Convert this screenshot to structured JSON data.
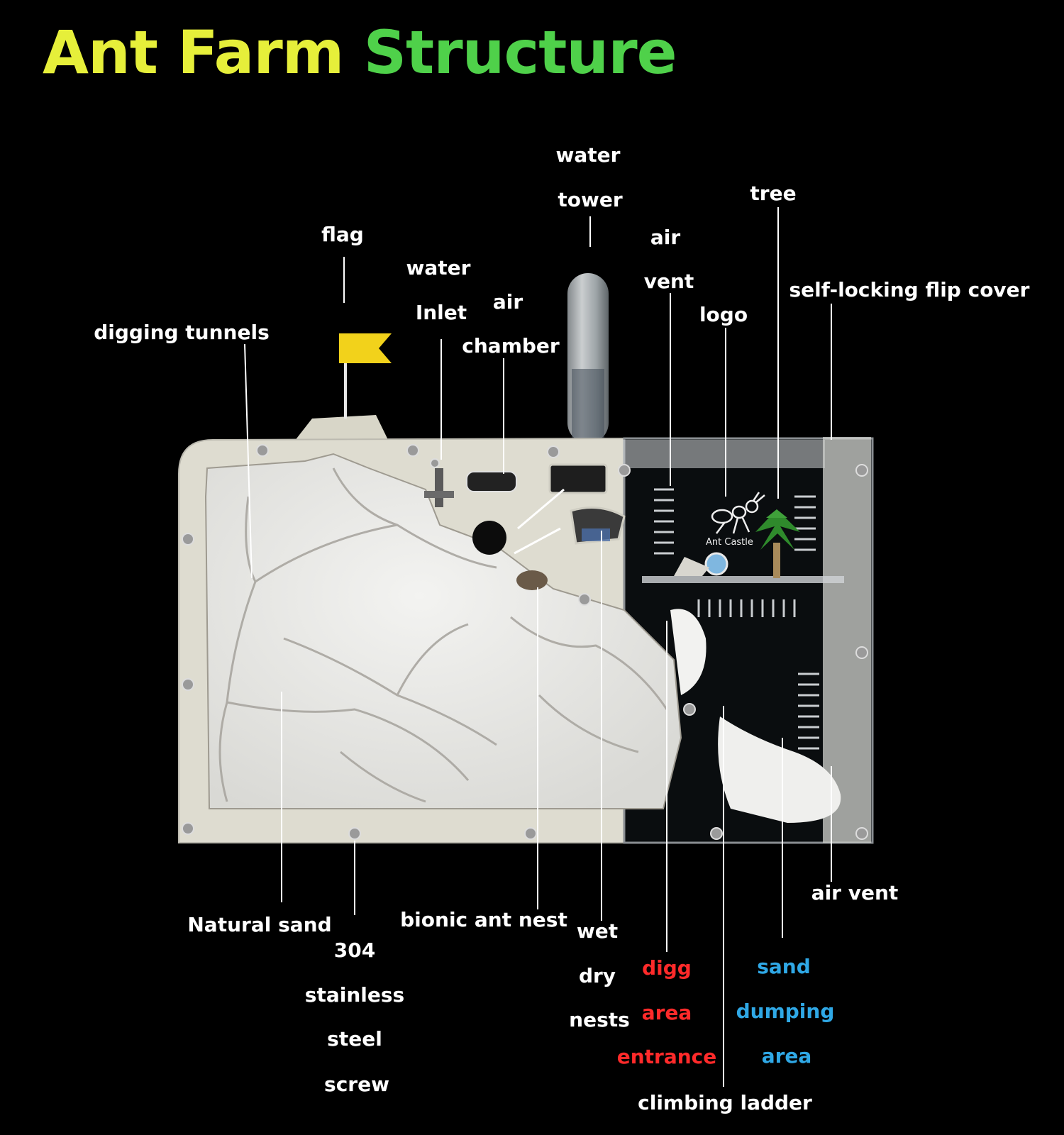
{
  "title": {
    "part1": "Ant Farm",
    "part2": "Structure"
  },
  "product_logo_text": "Ant Castle",
  "labels": {
    "water_tower": [
      "water",
      "tower"
    ],
    "flag": "flag",
    "water_inlet": [
      "water",
      "Inlet"
    ],
    "air_chamber": [
      "air",
      "chamber"
    ],
    "air_vent_top": [
      "air",
      "vent"
    ],
    "tree": "tree",
    "logo": "logo",
    "self_locking_flip_cover": "self-locking flip cover",
    "digging_tunnels": "digging tunnels",
    "natural_sand": "Natural sand",
    "screw": [
      "304",
      "stainless",
      "steel",
      "screw"
    ],
    "bionic_ant_nest": "bionic ant nest",
    "wet_dry_nests": [
      "wet",
      "dry",
      "nests"
    ],
    "digg_area_entrance": [
      "digg",
      "area",
      "entrance"
    ],
    "sand_dumping_area": [
      "sand",
      "dumping",
      "area"
    ],
    "air_vent_bottom": "air vent",
    "climbing_ladder": "climbing ladder"
  },
  "colors": {
    "background": "#000000",
    "title_yellow": "#e6ef3a",
    "title_green": "#4fd14a",
    "label_white": "#ffffff",
    "label_red": "#ff2a2a",
    "label_blue": "#2fa8e6"
  }
}
